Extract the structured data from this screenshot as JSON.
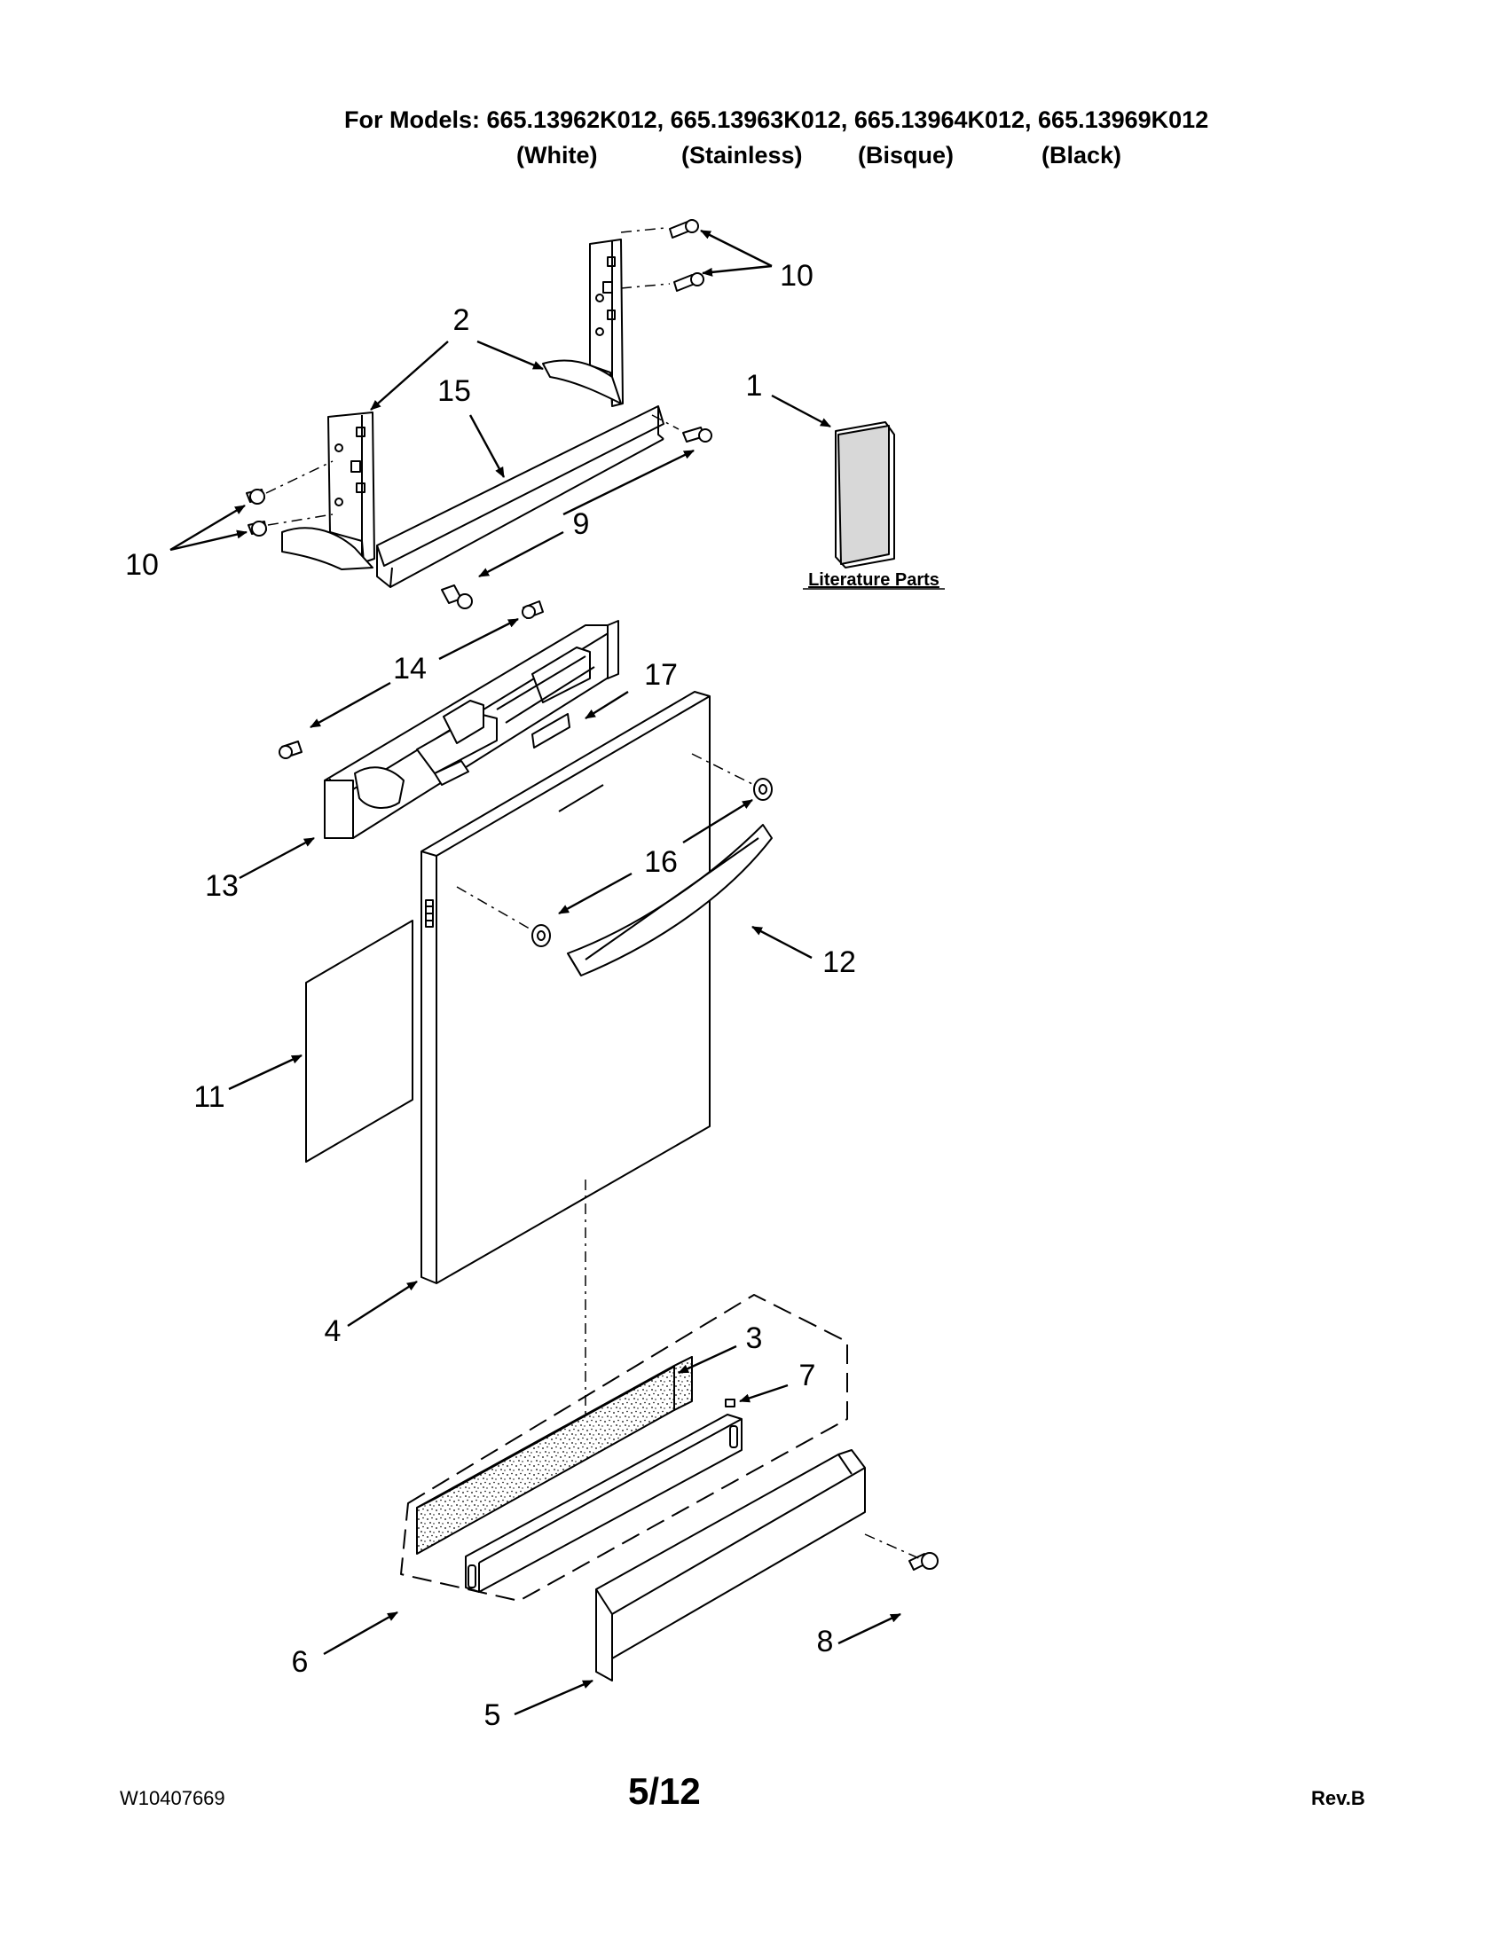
{
  "header": {
    "models_line": "For Models: 665.13962K012, 665.13963K012, 665.13964K012, 665.13969K012",
    "colors": [
      "(White)",
      "(Stainless)",
      "(Bisque)",
      "(Black)"
    ]
  },
  "literature_label": "Literature Parts",
  "callouts": {
    "c1": "1",
    "c2": "2",
    "c3": "3",
    "c4": "4",
    "c5": "5",
    "c6": "6",
    "c7": "7",
    "c8": "8",
    "c9": "9",
    "c10a": "10",
    "c10b": "10",
    "c11": "11",
    "c12": "12",
    "c13": "13",
    "c14": "14",
    "c15": "15",
    "c16": "16",
    "c17": "17"
  },
  "footer": {
    "doc_number": "W10407669",
    "page": "5/12",
    "revision": "Rev.B"
  }
}
